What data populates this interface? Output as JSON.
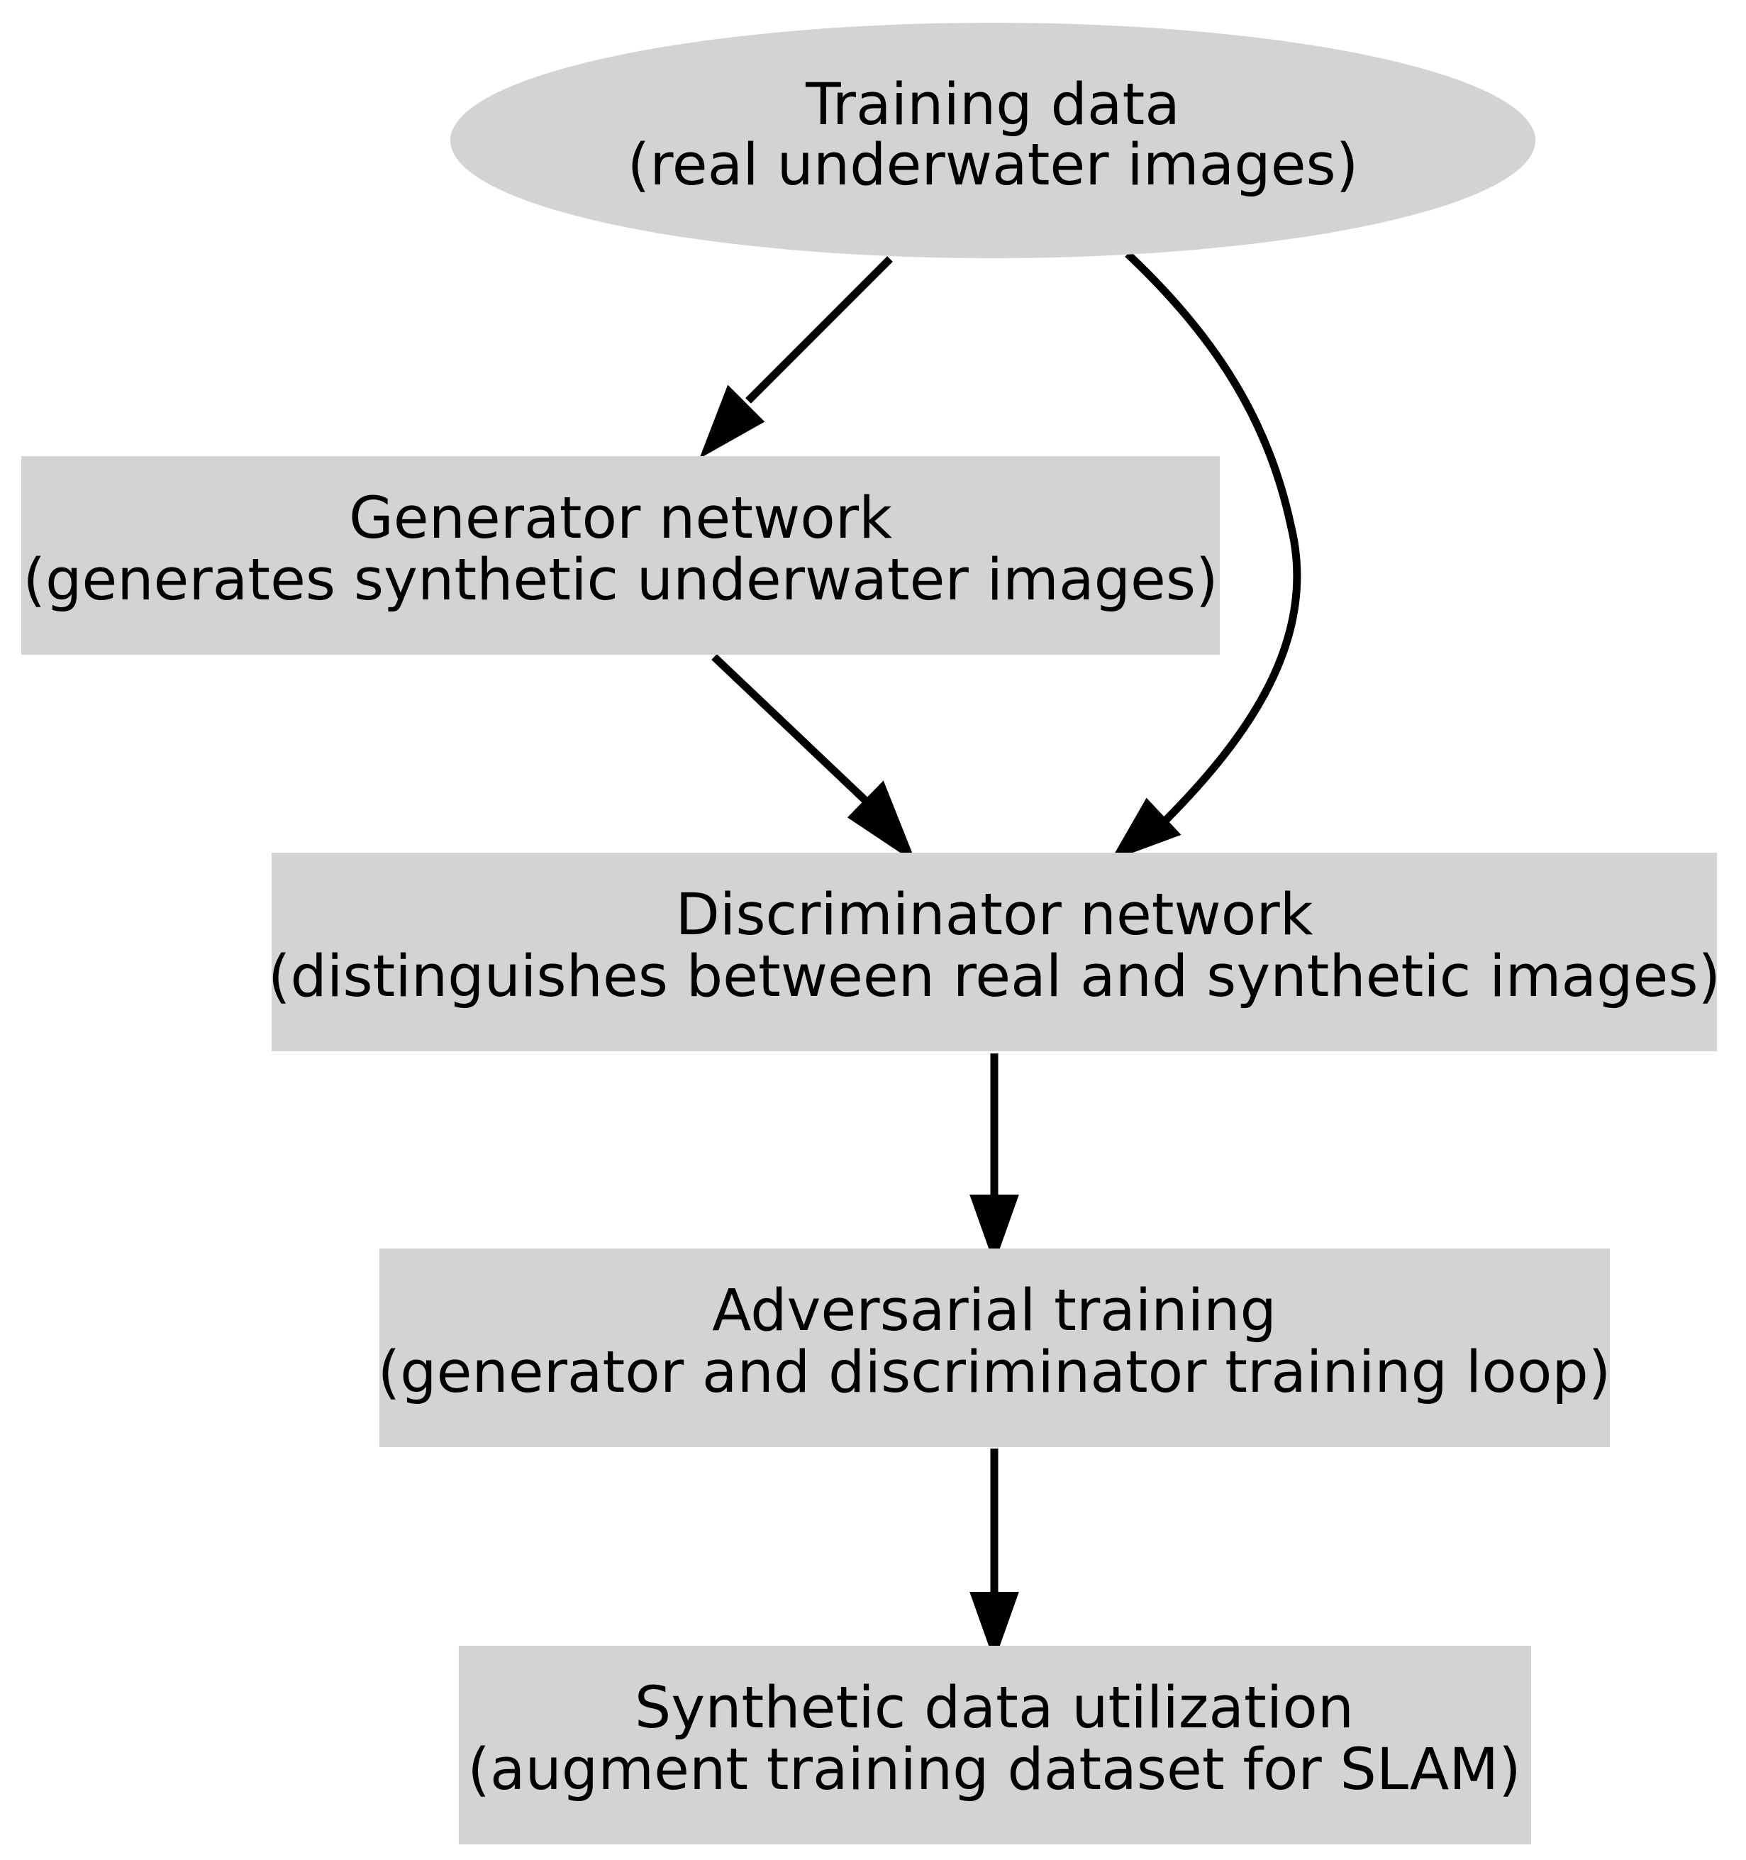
{
  "nodes": {
    "training_data": {
      "shape": "ellipse",
      "line1": "Training data",
      "line2": "(real underwater images)"
    },
    "generator": {
      "shape": "box",
      "line1": "Generator network",
      "line2": "(generates synthetic underwater images)"
    },
    "discriminator": {
      "shape": "box",
      "line1": "Discriminator network",
      "line2": "(distinguishes between real and synthetic images)"
    },
    "adversarial": {
      "shape": "box",
      "line1": "Adversarial training",
      "line2": "(generator and discriminator training loop)"
    },
    "synthetic_use": {
      "shape": "box",
      "line1": "Synthetic data utilization",
      "line2": "(augment training dataset for SLAM)"
    }
  },
  "edges": [
    {
      "from": "training_data",
      "to": "generator"
    },
    {
      "from": "training_data",
      "to": "discriminator"
    },
    {
      "from": "generator",
      "to": "discriminator"
    },
    {
      "from": "discriminator",
      "to": "adversarial"
    },
    {
      "from": "adversarial",
      "to": "synthetic_use"
    }
  ],
  "colors": {
    "node_fill": "#d3d3d3",
    "edge": "#000000",
    "text": "#000000",
    "background": "#ffffff"
  }
}
